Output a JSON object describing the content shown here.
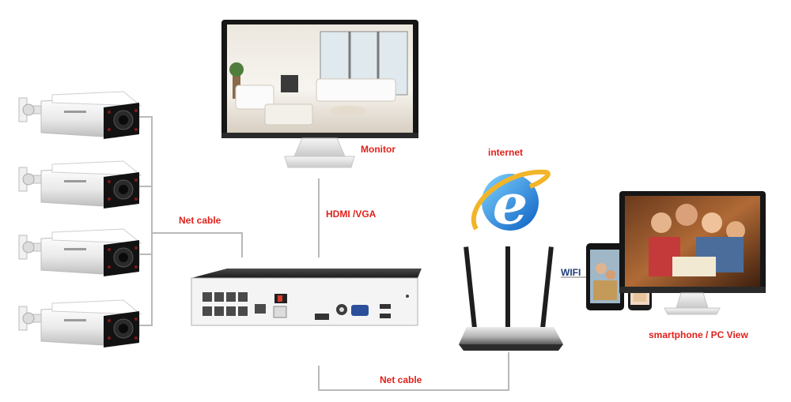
{
  "labels": {
    "monitor": "Monitor",
    "hdmi_vga": "HDMI /VGA",
    "internet": "internet",
    "net_cable_left": "Net cable",
    "net_cable_bottom": "Net cable",
    "wifi": "WIFI",
    "smartphone_pc_view": "smartphone / PC View"
  },
  "icons": {
    "camera": "bullet-camera-icon",
    "monitor": "monitor-icon",
    "nvr": "nvr-recorder-icon",
    "browser": "internet-explorer-icon",
    "router": "wifi-router-icon",
    "tablet": "tablet-icon",
    "phone": "smartphone-icon"
  },
  "colors": {
    "label_red": "#e0211b",
    "label_blue": "#1e5fb8",
    "wire": "#b9b9b9"
  }
}
